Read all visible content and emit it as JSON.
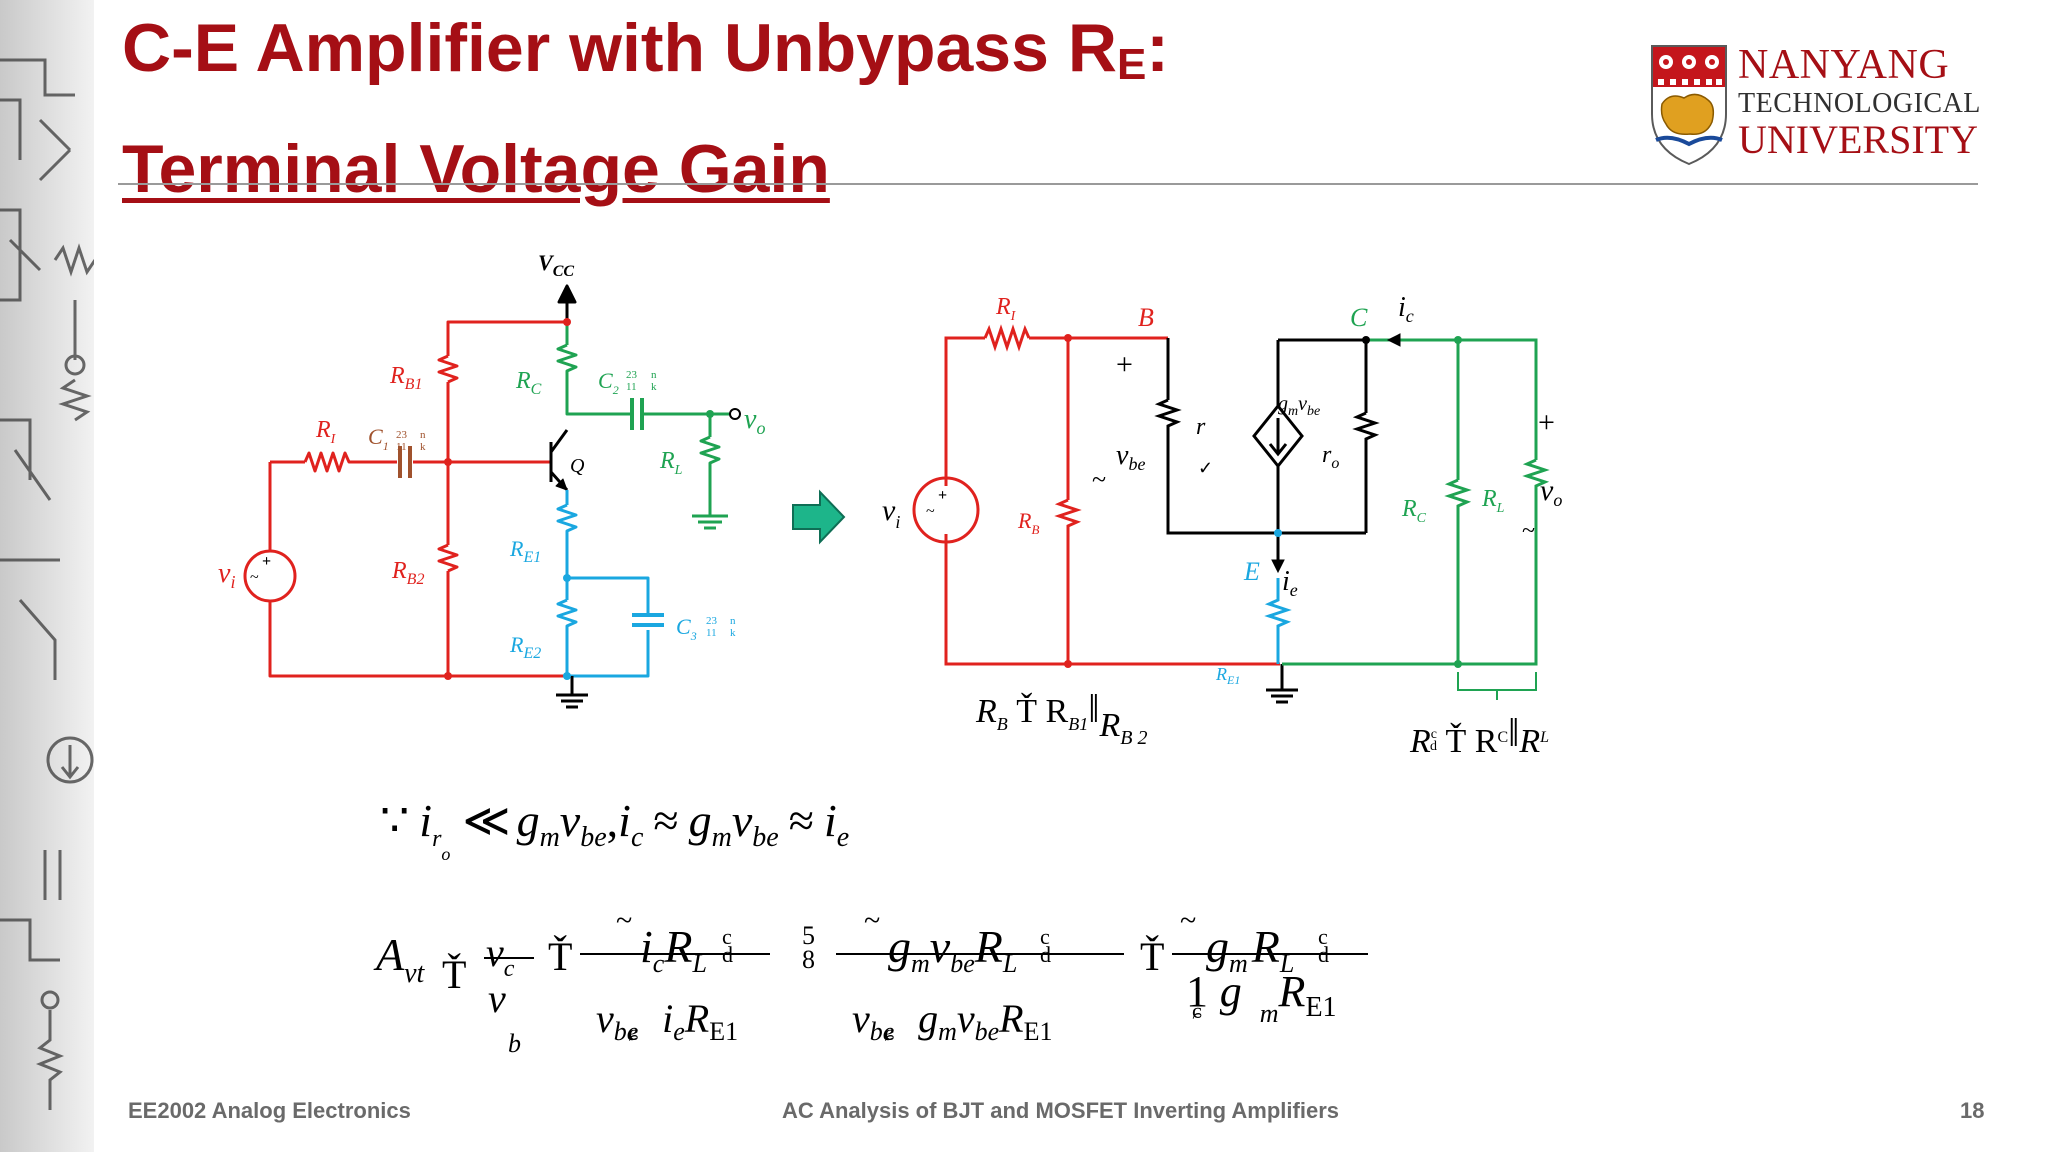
{
  "slide": {
    "title_line1": "C-E Amplifier with Unbypass R",
    "title_line1_sub": "E",
    "title_line1_end": ":",
    "title_line2": "Terminal Voltage Gain",
    "page_number": "18"
  },
  "logo": {
    "line1": "NANYANG",
    "line2": "TECHNOLOGICAL",
    "line3": "UNIVERSITY"
  },
  "footer": {
    "left": "EE2002 Analog Electronics",
    "center": "AC Analysis of BJT and MOSFET Inverting Amplifiers",
    "right": "18"
  },
  "circuit_left": {
    "vcc": "V",
    "vcc_sub": "CC",
    "rb1": "R",
    "rb1_sub": "B1",
    "rb2": "R",
    "rb2_sub": "B2",
    "ri": "R",
    "ri_sub": "I",
    "c1": "C",
    "c1_sub": "1",
    "c1_frac_top": "23",
    "c1_frac_bottom": "11",
    "c1_frac_r1": "n",
    "c1_frac_r2": "k",
    "rc": "R",
    "rc_sub": "C",
    "c2": "C",
    "c2_sub": "2",
    "c2_frac_top": "23",
    "c2_frac_bottom": "11",
    "c2_frac_r1": "n",
    "c2_frac_r2": "k",
    "vo": "v",
    "vo_sub": "o",
    "rl": "R",
    "rl_sub": "L",
    "q": "Q",
    "re1": "R",
    "re1_sub": "E1",
    "re2": "R",
    "re2_sub": "E2",
    "c3": "C",
    "c3_sub": "3",
    "c3_frac_top": "23",
    "c3_frac_bottom": "11",
    "c3_frac_r1": "n",
    "c3_frac_r2": "k",
    "vi": "v",
    "vi_sub": "i",
    "src_plus": "+",
    "src_tilde": "~"
  },
  "circuit_right": {
    "ri": "R",
    "ri_sub": "I",
    "b": "B",
    "c": "C",
    "ic": "i",
    "ic_sub": "c",
    "plus_b": "+",
    "r_pi": "r",
    "check": "✓",
    "vbe": "v",
    "vbe_sub": "be",
    "tilde_b": "~",
    "gm": "g",
    "gm_sub": "m",
    "gm_v": "v",
    "gm_v_sub": "be",
    "ro": "r",
    "ro_sub": "o",
    "plus_o": "+",
    "vo": "v",
    "vo_sub": "o",
    "tilde_o": "~",
    "rc": "R",
    "rc_sub": "C",
    "rl": "R",
    "rl_sub": "L",
    "vi": "v",
    "vi_sub": "i",
    "rb": "R",
    "rb_sub": "B",
    "e": "E",
    "ie": "i",
    "ie_sub": "e",
    "re1": "R",
    "re1_sub": "E1",
    "src_plus": "+",
    "src_tilde": "~",
    "eq_rb": "R",
    "eq_rb_sub": "B",
    "eq_rb_mid": " Ť R",
    "eq_rb_sub2": "B1",
    "eq_rb_par": "‖",
    "eq_rb_r3": "R",
    "eq_rb_sub3": "B 2",
    "eq_rl": "R",
    "eq_rl_sub": "c",
    "eq_rl_d": "d",
    "eq_rl_mid": " Ť R",
    "eq_rl_sub2": "C",
    "eq_rl_par": "‖",
    "eq_rl_r3": "R",
    "eq_rl_sub3": "L"
  },
  "equations": {
    "because": "∵",
    "eq1_i": "i",
    "eq1_ro": "r",
    "eq1_ro_sub": "o",
    "eq1_ll": "≪",
    "eq1_gm": "g",
    "eq1_m": "m",
    "eq1_v": "v",
    "eq1_be": "be",
    "eq1_comma": ",",
    "eq1_ic": "i",
    "eq1_c": "c",
    "eq1_approx": "≈",
    "eq1_gm2": "g",
    "eq1_m2": "m",
    "eq1_v2": "v",
    "eq1_be2": "be",
    "eq1_approx2": "≈",
    "eq1_ie": "i",
    "eq1_e": "e",
    "eq2_A": "A",
    "eq2_vt": "vt",
    "eq2_T1": "Ť",
    "eq2_vc": "v",
    "eq2_c": "c",
    "eq2_vb": "v",
    "eq2_b": "b",
    "eq2_T2": "Ť",
    "eq2_tilde1": "~",
    "eq2_ic": "i",
    "eq2_ic_sub": "c",
    "eq2_RL1": "R",
    "eq2_RL1_sub": "L",
    "eq2_cd1_top": "c",
    "eq2_cd1_bot": "d",
    "eq2_den1_v": "v",
    "eq2_den1_be": "be",
    "eq2_den1_dot": "ɕ",
    "eq2_den1_i": "i",
    "eq2_den1_e": "e",
    "eq2_den1_R": "R",
    "eq2_den1_E1": "E1",
    "eq2_frac58_top": "5",
    "eq2_frac58_bot": "8",
    "eq2_tilde2": "~",
    "eq2_gm": "g",
    "eq2_gm_sub": "m",
    "eq2_v": "v",
    "eq2_v_sub": "be",
    "eq2_RL2": "R",
    "eq2_RL2_sub": "L",
    "eq2_cd2_top": "c",
    "eq2_cd2_bot": "d",
    "eq2_den2_v": "v",
    "eq2_den2_be": "be",
    "eq2_den2_dot": "ɕ",
    "eq2_den2_g": "g",
    "eq2_den2_m": "m",
    "eq2_den2_v2": "v",
    "eq2_den2_be2": "be",
    "eq2_den2_R": "R",
    "eq2_den2_E1": "E1",
    "eq2_T3": "Ť",
    "eq2_tilde3": "~",
    "eq2_gm3": "g",
    "eq2_gm3_sub": "m",
    "eq2_RL3": "R",
    "eq2_RL3_sub": "L",
    "eq2_cd3_top": "c",
    "eq2_cd3_bot": "d",
    "eq2_den3_1": "1",
    "eq2_den3_dot": "ɕ",
    "eq2_den3_g": "g",
    "eq2_den3_m": "m",
    "eq2_den3_R": "R",
    "eq2_den3_E1": "E1"
  },
  "colors": {
    "title": "#a50f15",
    "red_wire": "#e0221e",
    "green_wire": "#1fa352",
    "blue_wire": "#1aa7e0",
    "brown_cap": "#a0522d",
    "arrow": "#1db58a",
    "black": "#000000"
  }
}
